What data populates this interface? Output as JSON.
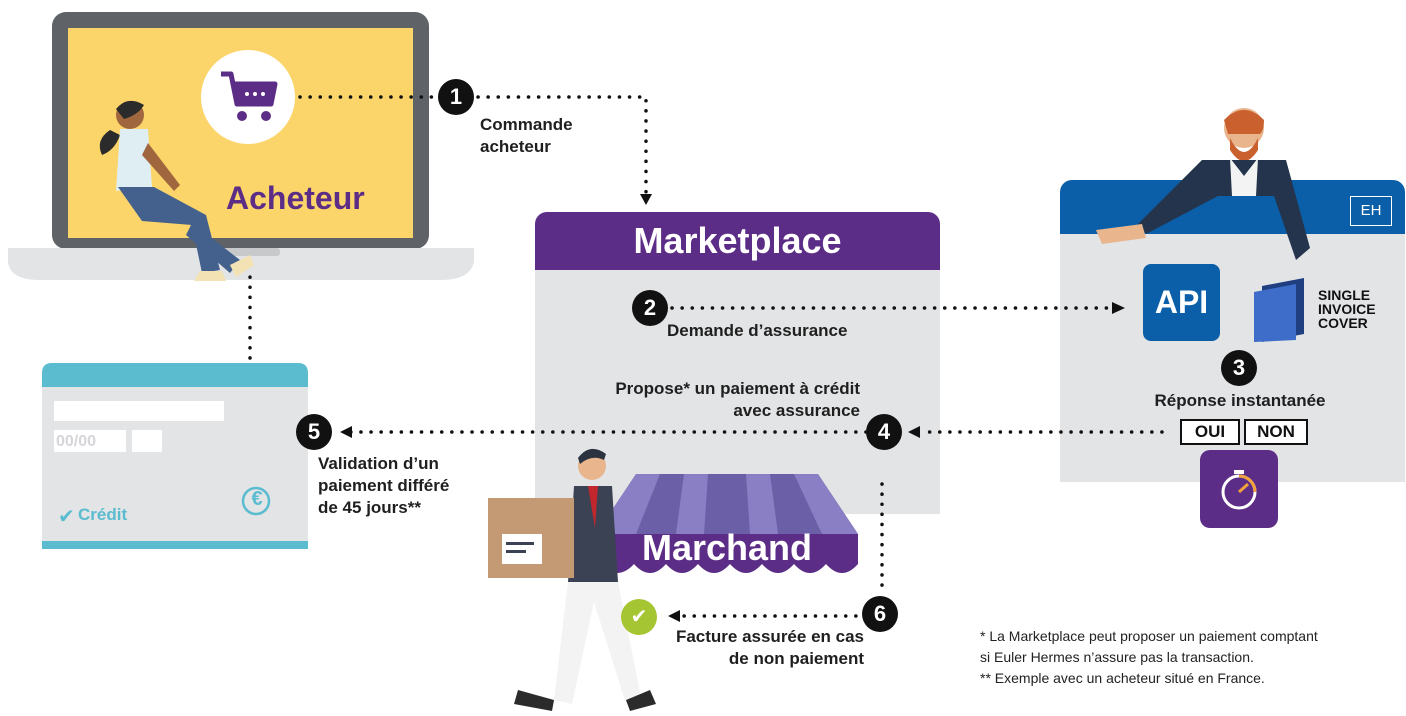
{
  "buyer": {
    "label": "Acheteur"
  },
  "marketplace": {
    "title": "Marketplace"
  },
  "merchant": {
    "label": "Marchand"
  },
  "insurer": {
    "logo_text": "EH",
    "api_label": "API",
    "product_lines": [
      "SINGLE",
      "INVOICE",
      "COVER"
    ]
  },
  "card": {
    "expiry": "00/00",
    "credit_label": "Crédit",
    "currency_symbol": "€"
  },
  "steps": {
    "s1": {
      "num": "1",
      "lines": [
        "Commande",
        "acheteur"
      ]
    },
    "s2": {
      "num": "2",
      "lines": [
        "Demande d’assurance"
      ]
    },
    "s3": {
      "num": "3",
      "lines": [
        "Réponse instantanée"
      ],
      "yes": "OUI",
      "no": "NON"
    },
    "s4": {
      "num": "4",
      "lines": [
        "Propose* un paiement à crédit",
        "avec assurance"
      ]
    },
    "s5": {
      "num": "5",
      "lines": [
        "Validation d’un",
        "paiement différé",
        "de 45 jours**"
      ]
    },
    "s6": {
      "num": "6",
      "lines": [
        "Facture assurée en cas",
        "de non paiement"
      ]
    }
  },
  "footnotes": [
    "* La Marketplace peut proposer un paiement comptant",
    "si Euler Hermes n’assure pas la transaction.",
    "** Exemple avec un acheteur situé en France."
  ],
  "colors": {
    "purple": "#5c2d86",
    "blue": "#0a5fa8",
    "yellow": "#fbd46a",
    "teal": "#5bbcd0",
    "grey": "#e3e4e6",
    "green": "#a6c532"
  }
}
